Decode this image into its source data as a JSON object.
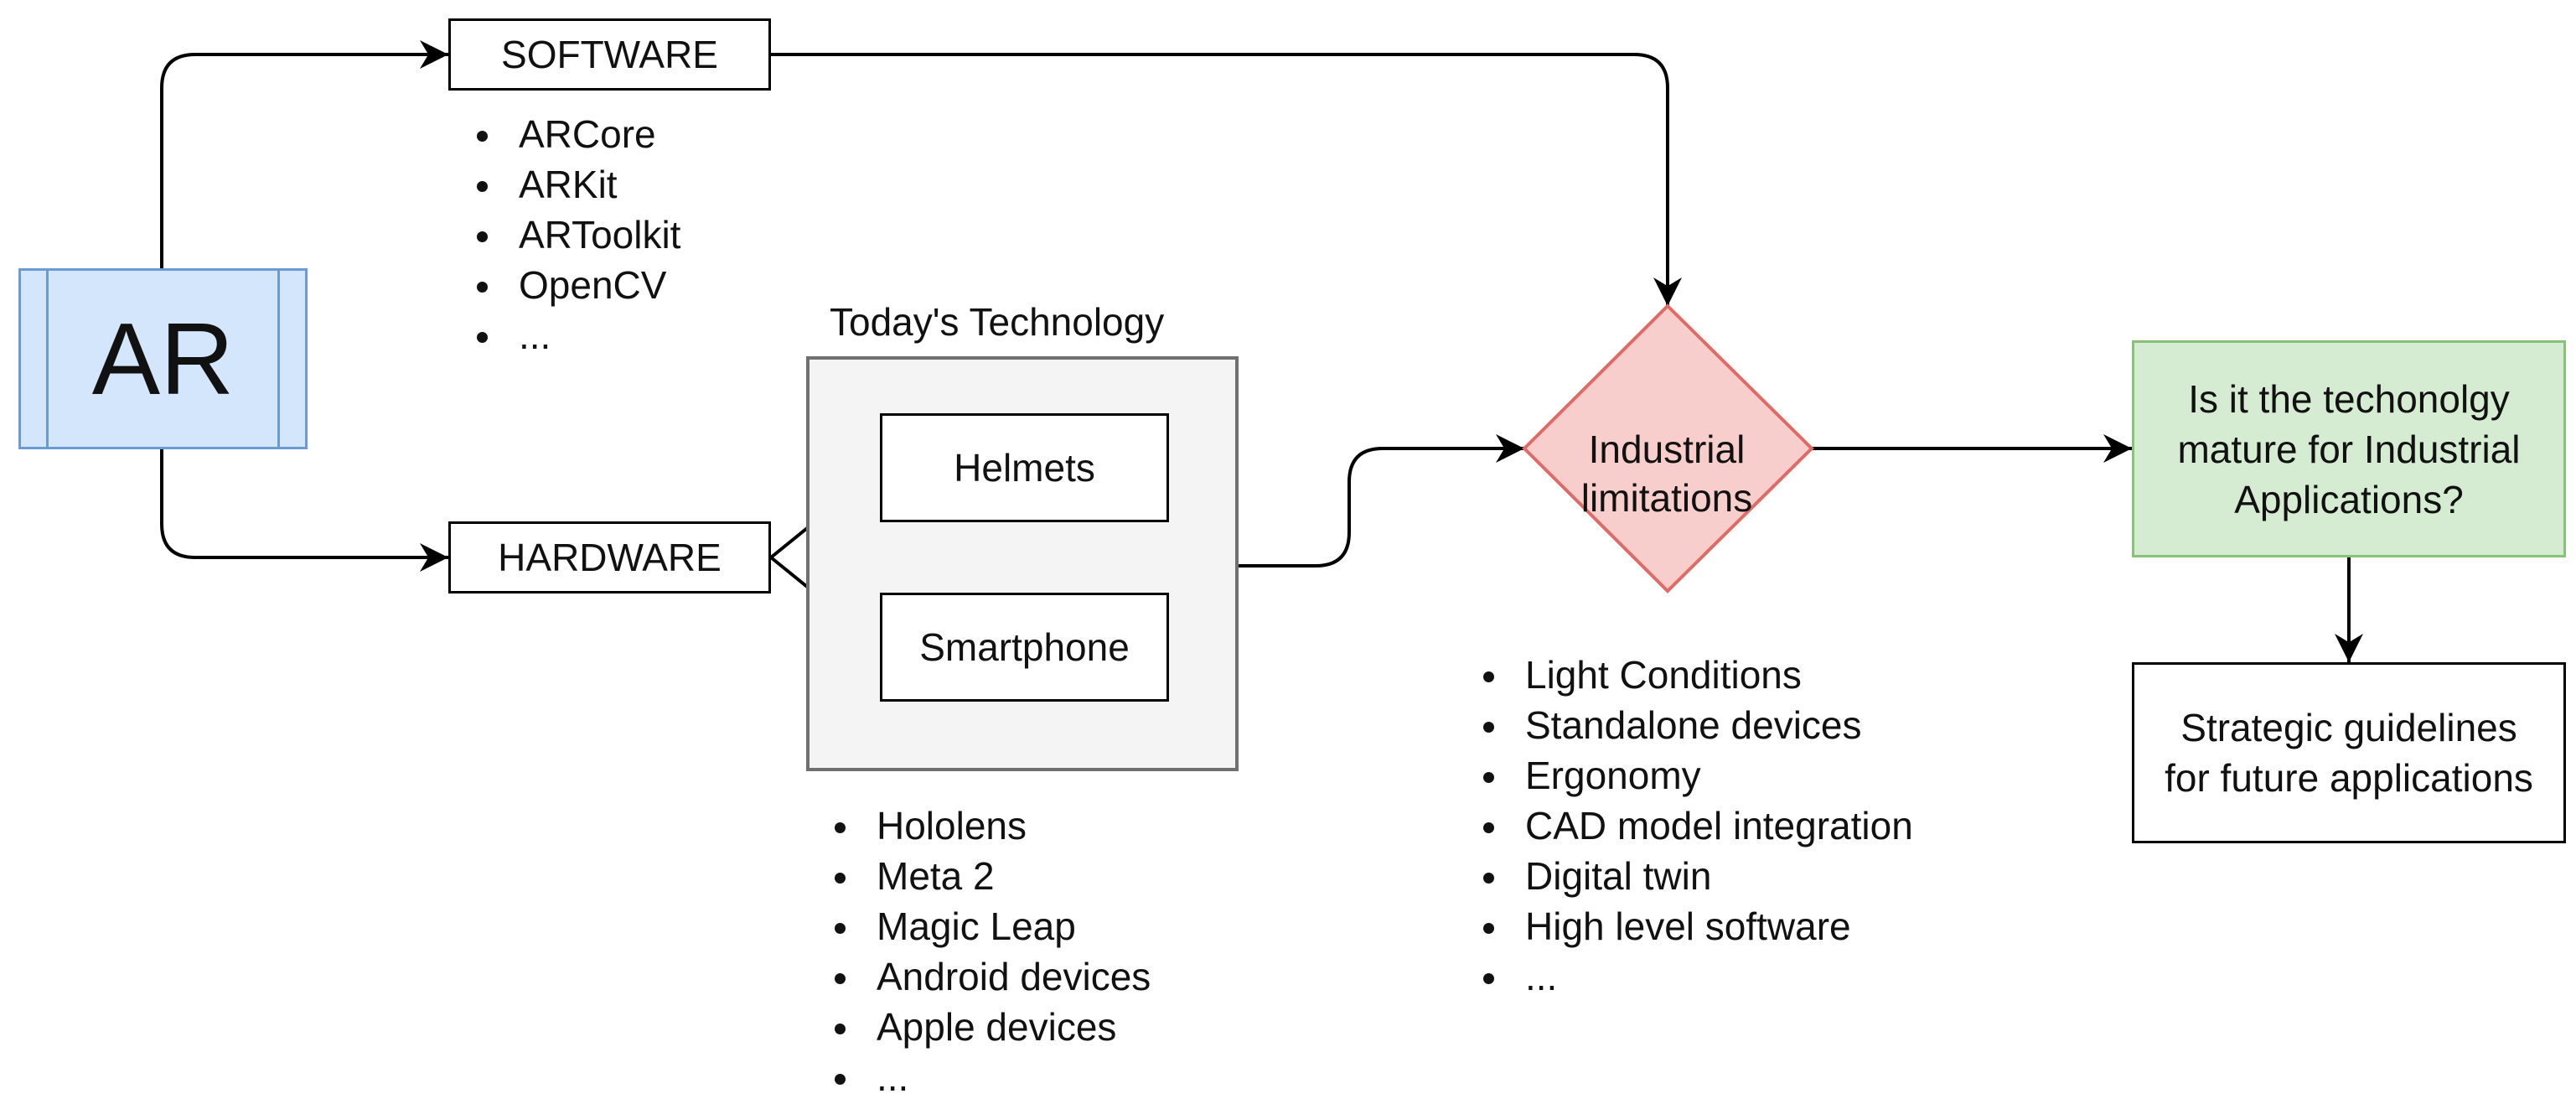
{
  "nodes": {
    "ar": "AR",
    "software": "SOFTWARE",
    "hardware": "HARDWARE",
    "tech_group_title": "Today's Technology",
    "helmets": "Helmets",
    "smartphone": "Smartphone",
    "industrial_limitations": [
      "Industrial",
      "limitations"
    ],
    "question": [
      "Is it the techonolgy",
      "mature for Industrial",
      "Applications?"
    ],
    "strategy": [
      "Strategic guidelines",
      "for future applications"
    ]
  },
  "lists": {
    "software_items": [
      "ARCore",
      "ARKit",
      "ARToolkit",
      "OpenCV",
      "..."
    ],
    "hardware_items": [
      "Hololens",
      "Meta 2",
      "Magic Leap",
      "Android devices",
      "Apple devices",
      "..."
    ],
    "limitation_items": [
      "Light Conditions",
      "Standalone devices",
      "Ergonomy",
      "CAD model integration",
      "Digital twin",
      "High level software",
      "..."
    ]
  },
  "colors": {
    "ar_fill": "#d4e6fb",
    "ar_border": "#6c9ad3",
    "diamond_fill": "#f8cecc",
    "diamond_border": "#e06b66",
    "question_fill": "#d6ecd2",
    "question_border": "#86c27a",
    "group_fill": "#f4f4f4",
    "group_border": "#707070"
  }
}
